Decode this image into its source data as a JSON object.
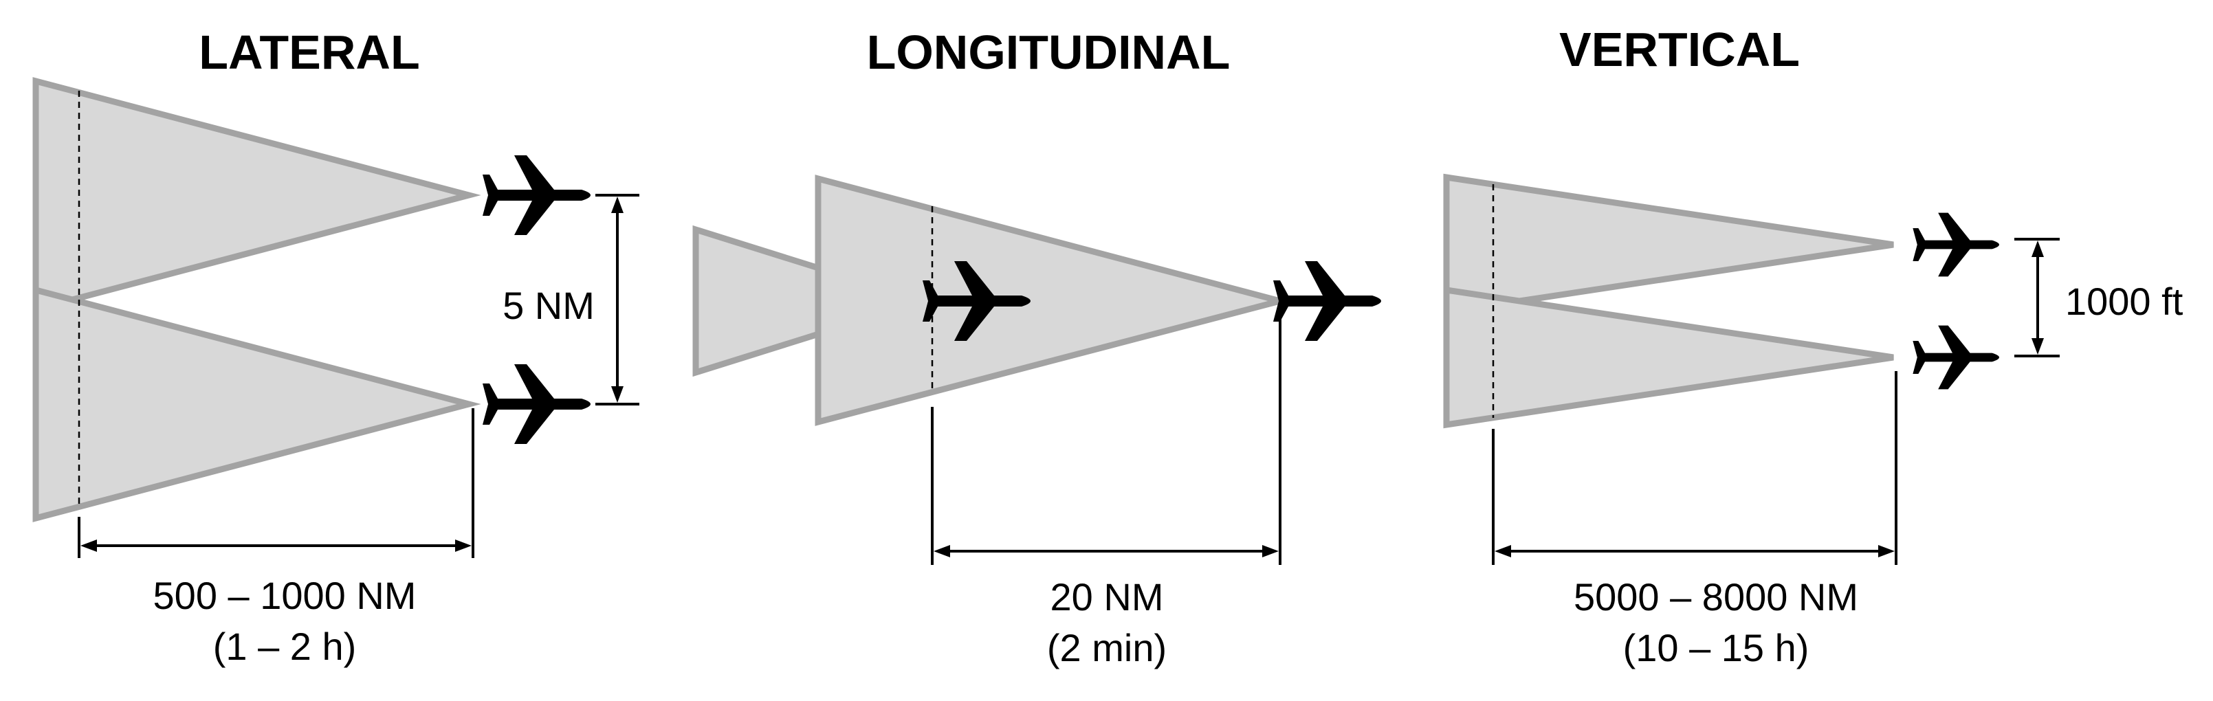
{
  "panels": [
    {
      "title": "LATERAL",
      "separation_label": "5 NM",
      "distance_line1": "500 – 1000 NM",
      "distance_line2": "(1 – 2 h)"
    },
    {
      "title": "LONGITUDINAL",
      "separation_label": "",
      "distance_line1": "20 NM",
      "distance_line2": "(2 min)"
    },
    {
      "title": "VERTICAL",
      "separation_label": "1000 ft",
      "distance_line1": "5000 – 8000 NM",
      "distance_line2": "(10 – 15 h)"
    }
  ],
  "colors": {
    "cone_fill": "#d8d8d8",
    "cone_outline": "#a3a3a3",
    "lines": "#000000"
  },
  "icons": [
    "airplane-icon"
  ]
}
